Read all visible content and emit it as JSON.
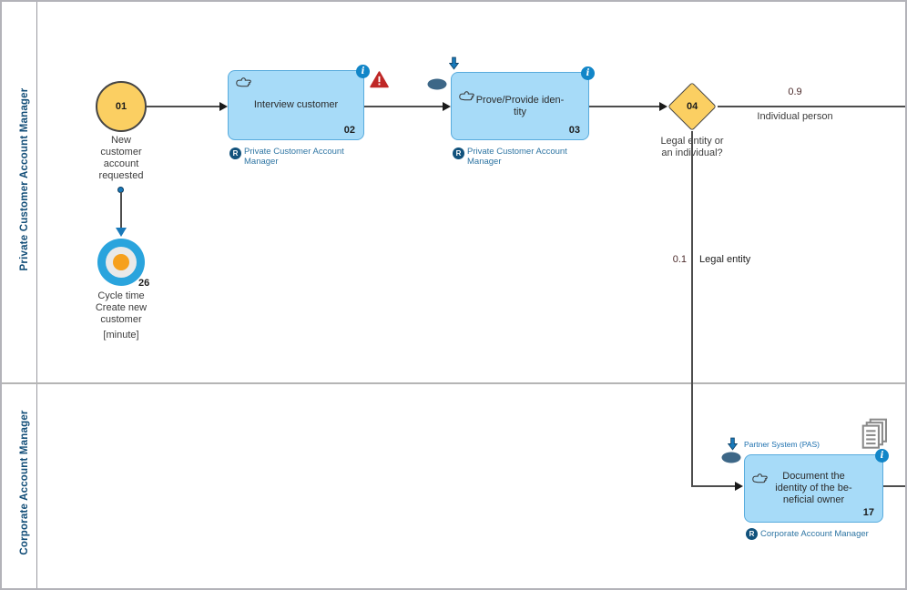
{
  "diagram": {
    "lanes": [
      {
        "label": "Private Customer Account Manager"
      },
      {
        "label": "Corporate Account Manager"
      }
    ],
    "start_event": {
      "number": "01",
      "label": "New customer account requested"
    },
    "tasks": {
      "interview": {
        "number": "02",
        "label": "Interview customer",
        "role": "Private Customer Account Manager"
      },
      "prove": {
        "number": "03",
        "label": "Prove/Provide iden-\ntity",
        "role": "Private Customer Account Manager"
      },
      "document": {
        "number": "17",
        "label": "Document the\nidentity of the be-\nneficial owner",
        "role": "Corporate Account Manager",
        "system": "Partner System (PAS)"
      }
    },
    "gateway": {
      "number": "04",
      "label": "Legal entity or an individual?"
    },
    "kpi": {
      "number": "26",
      "label": "Cycle time Create new customer",
      "unit": "[minute]"
    },
    "flows": {
      "individual": {
        "probability": "0.9",
        "label": "Individual person"
      },
      "legal_entity": {
        "probability": "0.1",
        "label": "Legal entity"
      }
    },
    "icons": {
      "info": "i",
      "role_badge": "R",
      "warning": "!"
    },
    "colors": {
      "task_fill": "#a7dbf8",
      "task_border": "#58abdd",
      "event_fill": "#fbcf62",
      "info_blue": "#1286c8",
      "warning_red": "#bf2726",
      "role_text": "#2e75a3",
      "kpi_ring": "#2aa4dd",
      "kpi_center": "#f6a01d",
      "lane_text": "#134e78",
      "probability_text": "#4c2b2b"
    }
  }
}
